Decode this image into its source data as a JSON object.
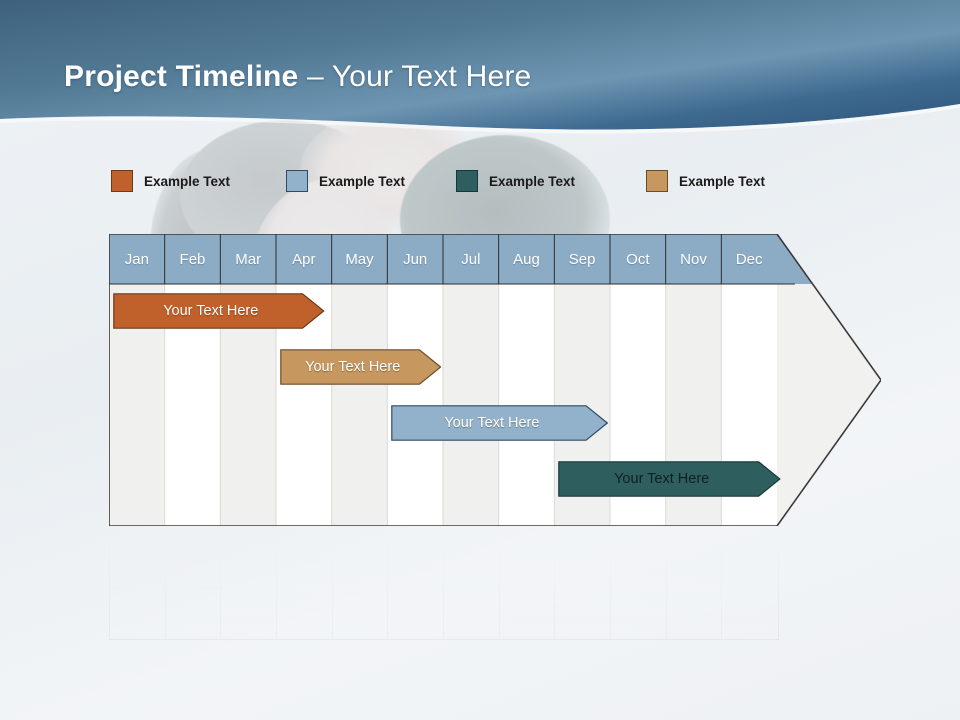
{
  "slide": {
    "title_strong": "Project Timeline",
    "title_light": " – Your Text Here"
  },
  "legend": {
    "items": [
      {
        "label": "Example Text",
        "color": "#C0602B",
        "border": "#6B3A18",
        "x": 111
      },
      {
        "label": "Example Text",
        "color": "#92B2CC",
        "border": "#2E4A63",
        "x": 286
      },
      {
        "label": "Example Text",
        "color": "#2E5E5E",
        "border": "#16383A",
        "x": 456
      },
      {
        "label": "Example Text",
        "color": "#C79760",
        "border": "#6E4B26",
        "x": 646
      }
    ]
  },
  "chart_data": {
    "type": "bar",
    "title": "Project Timeline",
    "xlabel": "",
    "ylabel": "",
    "grid": true,
    "legend_position": "top",
    "categories": [
      "Jan",
      "Feb",
      "Mar",
      "Apr",
      "May",
      "Jun",
      "Jul",
      "Aug",
      "Sep",
      "Oct",
      "Nov",
      "Dec"
    ],
    "header_color": "#8CABC4",
    "header_text_color": "#FFFFFF",
    "band_colors": [
      "#F0F0EE",
      "#FFFFFF"
    ],
    "arrow_fill": "#F1F1EF",
    "arrow_stroke": "#3A3A3A",
    "series": [
      {
        "name": "Example Text",
        "label": "Your  Text Here",
        "color": "#C0602B",
        "border": "#6B3A18",
        "text_color": "light",
        "start_month": 1,
        "end_month": 4.8,
        "row": 0
      },
      {
        "name": "Example Text",
        "label": "Your  Text Here",
        "color": "#C79760",
        "border": "#6E4B26",
        "text_color": "light",
        "start_month": 4,
        "end_month": 6.9,
        "row": 1
      },
      {
        "name": "Example Text",
        "label": "Your  Text Here",
        "color": "#92B2CC",
        "border": "#2E4A63",
        "text_color": "light",
        "start_month": 6,
        "end_month": 9.9,
        "row": 2
      },
      {
        "name": "Example Text",
        "label": "Your  Text Here",
        "color": "#2E5E5E",
        "border": "#16383A",
        "text_color": "dark",
        "start_month": 9,
        "end_month": 13.0,
        "row": 3
      }
    ]
  }
}
